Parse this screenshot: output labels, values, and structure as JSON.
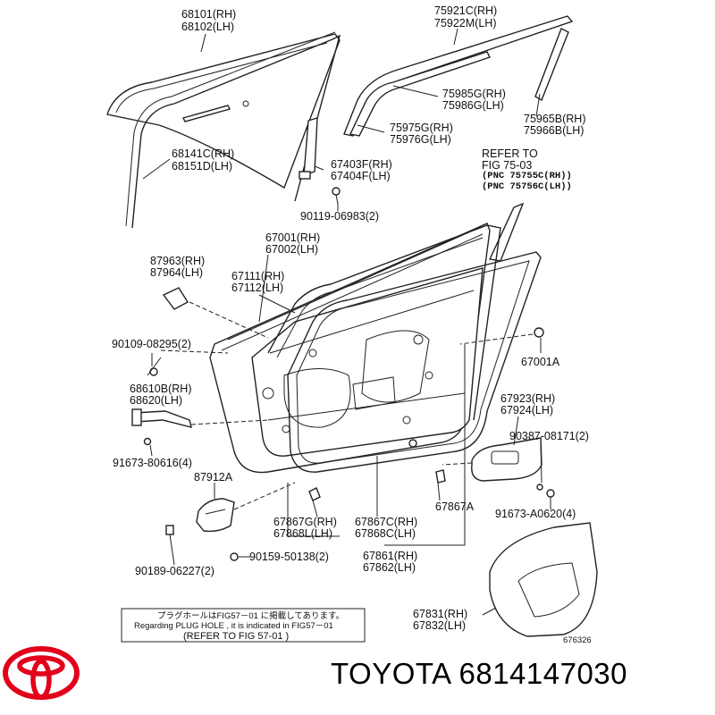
{
  "labels": {
    "p68101": "68101(RH)",
    "p68102": "68102(LH)",
    "p75921C": "75921C(RH)",
    "p75922M": "75922M(LH)",
    "p75985G": "75985G(RH)",
    "p75986G": "75986G(LH)",
    "p75965B": "75965B(RH)",
    "p75966B": "75966B(LH)",
    "p68141C": "68141C(RH)",
    "p68151D": "68151D(LH)",
    "p75975G": "75975G(RH)",
    "p75976G": "75976G(LH)",
    "refer1": "REFER TO",
    "refer2": "FIG 75-03",
    "pnc1": "(PNC 75755C(RH))",
    "pnc2": "(PNC 75756C(LH))",
    "p67403F": "67403F(RH)",
    "p67404F": "67404F(LH)",
    "p90119": "90119-06983(2)",
    "p67001": "67001(RH)",
    "p67002": "67002(LH)",
    "p87963": "87963(RH)",
    "p87964": "87964(LH)",
    "p67111": "67111(RH)",
    "p67112": "67112(LH)",
    "p90109": "90109-08295(2)",
    "p67001A": "67001A",
    "p68610B": "68610B(RH)",
    "p68620": "68620(LH)",
    "p67923": "67923(RH)",
    "p67924": "67924(LH)",
    "p90387": "90387-08171(2)",
    "p91673_80616": "91673-80616(4)",
    "p87912A": "87912A",
    "p67867G": "67867G(RH)",
    "p67868L": "67868L(LH)",
    "p67867C": "67867C(RH)",
    "p67868C": "67868C(LH)",
    "p67867A": "67867A",
    "p91673_A0620": "91673-A0620(4)",
    "p90189": "90189-06227(2)",
    "p90159": "90159-50138(2)",
    "p67861": "67861(RH)",
    "p67862": "67862(LH)",
    "p67831": "67831(RH)",
    "p67832": "67832(LH)",
    "note_jp": "プラグホールはFIG57－01 に掲載してあります。",
    "note_en": "Regarding PLUG HOLE , it is indicated in FIG57－01",
    "note_ref": "(REFER TO FIG 57-01    )",
    "diagram_no": "676326"
  },
  "brand": {
    "name": "TOYOTA",
    "part_number": "6814147030",
    "logo_color": "#e3001b"
  }
}
